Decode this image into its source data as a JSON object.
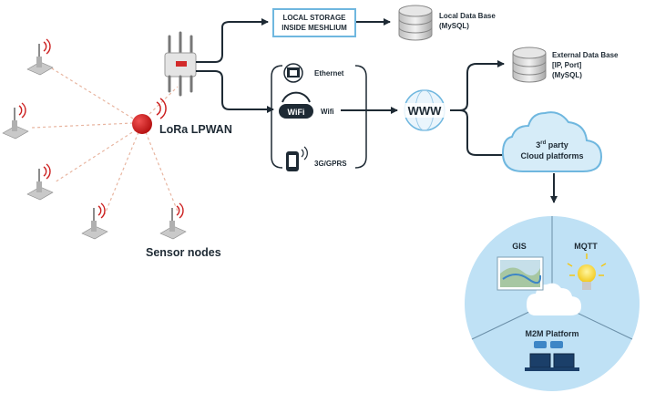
{
  "lora": {
    "label": "LoRa LPWAN"
  },
  "sensors": {
    "label": "Sensor nodes"
  },
  "local_storage": {
    "line1": "LOCAL STORAGE",
    "line2": "INSIDE MESHLIUM"
  },
  "local_db": {
    "line1": "Local Data Base",
    "line2": "(MySQL)"
  },
  "connectivity": {
    "ethernet": "Ethernet",
    "wifi": "Wifi",
    "gprs": "3G/GPRS",
    "wifi_logo": "WiFi"
  },
  "internet": {
    "label": "WWW"
  },
  "external_db": {
    "line1": "External Data Base",
    "line2": "[IP, Port]",
    "line3": "(MySQL)"
  },
  "cloud": {
    "line1_num": "3",
    "line1_sup": "rd",
    "line1_rest": " party",
    "line2": "Cloud platforms"
  },
  "platform": {
    "gis": "GIS",
    "mqtt": "MQTT",
    "m2m": "M2M Platform"
  },
  "colors": {
    "accent_red": "#cc1f1f",
    "box_border": "#6fb7df",
    "cloud_fill": "#d6ecf8",
    "circle_fill": "#bfe1f5"
  }
}
